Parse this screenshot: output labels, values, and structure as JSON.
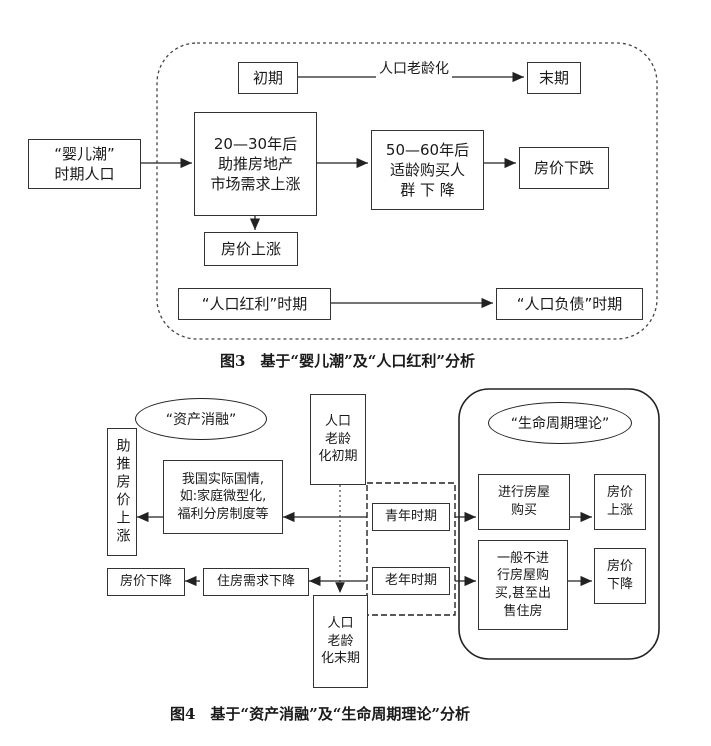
{
  "fig3": {
    "start": "初期",
    "end": "末期",
    "aging_label": "人口老龄化",
    "baby_boom": "“婴儿潮”\n时期人口",
    "box_2030": "20—30年后\n助推房地产\n市场需求上涨",
    "box_5060": "50—60年后\n适龄购买人\n群  下  降",
    "price_down": "房价下跌",
    "price_up": "房价上涨",
    "dividend": "“人口红利”时期",
    "debt": "“人口负债”时期",
    "caption": "图3　基于“婴儿潮”及“人口红利”分析"
  },
  "fig4": {
    "asset_ellipse": "“资产消融”",
    "lifecycle_ellipse": "“生命周期理论”",
    "aging_start": "人口\n老龄\n化初期",
    "aging_end": "人口\n老龄\n化末期",
    "boost_price": "助推房价上涨",
    "national": "我国实际国情,\n如:家庭微型化,\n福利分房制度等",
    "youth": "青年时期",
    "elder": "老年时期",
    "buy_house": "进行房屋\n购买",
    "price_rise": "房价\n上涨",
    "no_buy": "一般不进\n行房屋购\n买,甚至出\n售住房",
    "price_fall": "房价\n下降",
    "demand_down": "住房需求下降",
    "price_down_left": "房价下降",
    "caption": "图4　基于“资产消融”及“生命周期理论”分析"
  }
}
